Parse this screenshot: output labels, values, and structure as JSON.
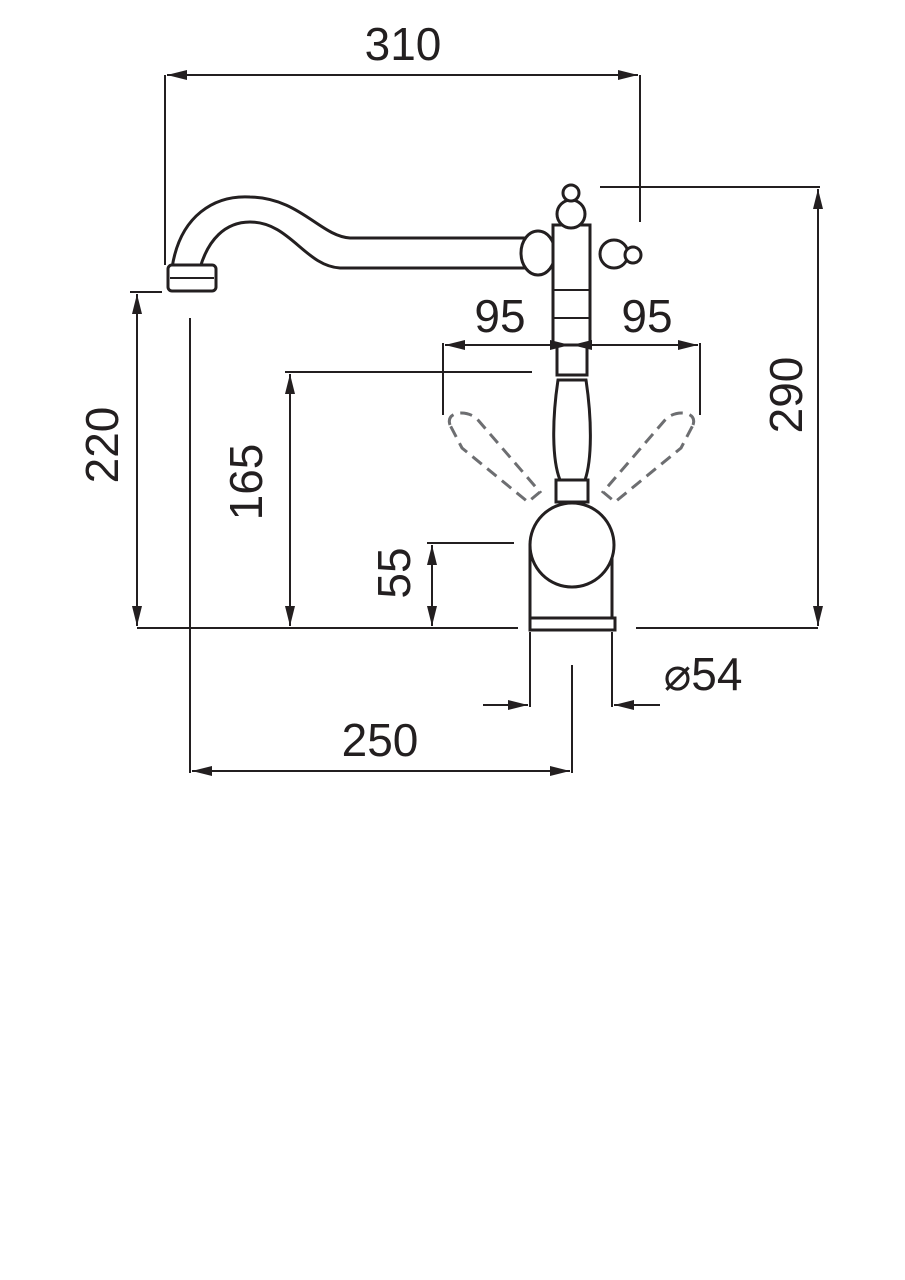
{
  "dimensions": {
    "spout_reach_total": "310",
    "overall_height": "290",
    "spout_outlet_height": "220",
    "handle_height": "165",
    "body_height": "55",
    "handle_swing_left": "95",
    "handle_swing_right": "95",
    "spout_projection": "250",
    "base_diameter": "⌀54"
  },
  "colors": {
    "line": "#231f20",
    "dashed": "#6d6e71",
    "background": "#ffffff"
  }
}
